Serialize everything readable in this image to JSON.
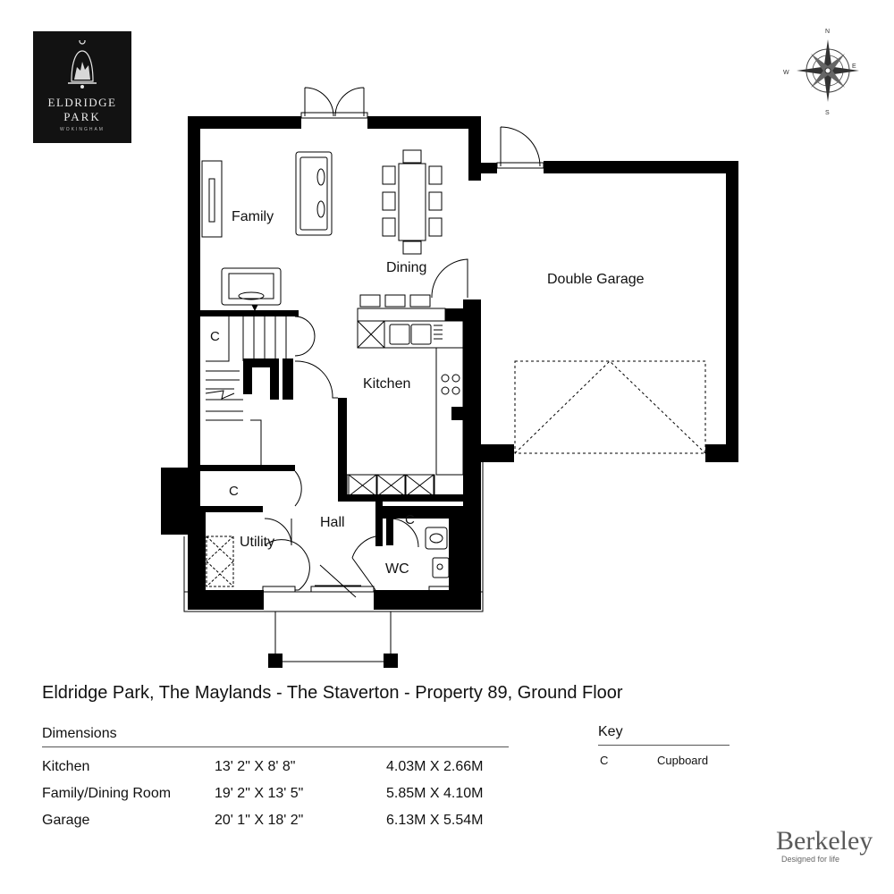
{
  "brand": {
    "name_line1": "ELDRIDGE",
    "name_line2": "PARK",
    "location": "WOKINGHAM"
  },
  "compass": {
    "n": "N",
    "e": "E",
    "s": "S",
    "w": "W"
  },
  "rooms": {
    "family": "Family",
    "dining": "Dining",
    "kitchen": "Kitchen",
    "double_garage": "Double Garage",
    "hall": "Hall",
    "utility": "Utility",
    "wc": "WC",
    "cupboard_mark": "C"
  },
  "title": "Eldridge Park, The Maylands - The Staverton - Property 89, Ground Floor",
  "dimensions": {
    "heading": "Dimensions",
    "rows": [
      {
        "room": "Kitchen",
        "imperial": "13' 2\" X 8' 8\"",
        "metric": "4.03M X 2.66M"
      },
      {
        "room": "Family/Dining Room",
        "imperial": "19' 2\" X 13' 5\"",
        "metric": "5.85M X 4.10M"
      },
      {
        "room": "Garage",
        "imperial": "20' 1\" X 18' 2\"",
        "metric": "6.13M X 5.54M"
      }
    ]
  },
  "key": {
    "heading": "Key",
    "rows": [
      {
        "symbol": "C",
        "meaning": "Cupboard"
      }
    ]
  },
  "developer": {
    "name": "Berkeley",
    "tagline": "Designed for life"
  }
}
